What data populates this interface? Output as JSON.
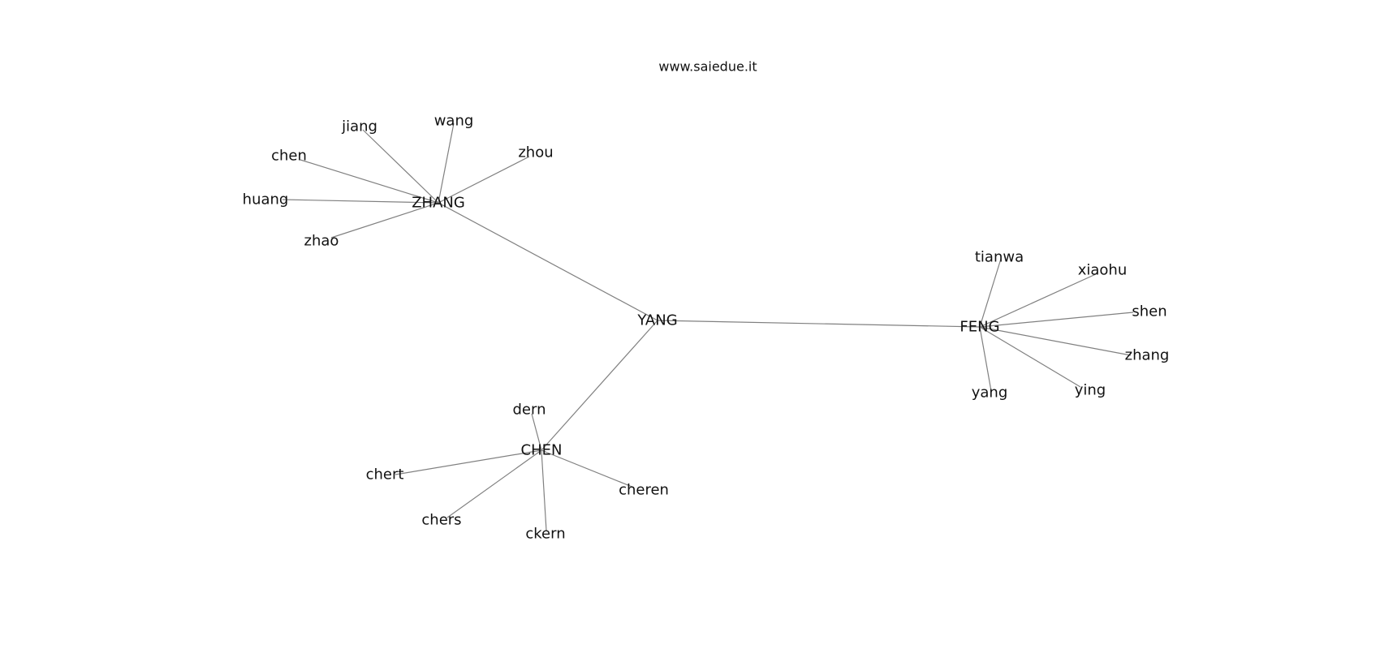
{
  "header": {
    "site": "www.saiedue.it"
  },
  "graph": {
    "nodes": [
      {
        "id": "YANG",
        "label": "YANG"
      },
      {
        "id": "ZHANG",
        "label": "ZHANG"
      },
      {
        "id": "FENG",
        "label": "FENG"
      },
      {
        "id": "CHEN",
        "label": "CHEN"
      },
      {
        "id": "jiang",
        "label": "jiang"
      },
      {
        "id": "wang",
        "label": "wang"
      },
      {
        "id": "zhou",
        "label": "zhou"
      },
      {
        "id": "chen",
        "label": "chen"
      },
      {
        "id": "huang",
        "label": "huang"
      },
      {
        "id": "zhao",
        "label": "zhao"
      },
      {
        "id": "tianwa",
        "label": "tianwa"
      },
      {
        "id": "xiaohu",
        "label": "xiaohu"
      },
      {
        "id": "shen",
        "label": "shen"
      },
      {
        "id": "zhang",
        "label": "zhang"
      },
      {
        "id": "ying",
        "label": "ying"
      },
      {
        "id": "yang",
        "label": "yang"
      },
      {
        "id": "dern",
        "label": "dern"
      },
      {
        "id": "chert",
        "label": "chert"
      },
      {
        "id": "chers",
        "label": "chers"
      },
      {
        "id": "ckern",
        "label": "ckern"
      },
      {
        "id": "cheren",
        "label": "cheren"
      }
    ],
    "edges": [
      [
        "YANG",
        "ZHANG"
      ],
      [
        "YANG",
        "FENG"
      ],
      [
        "YANG",
        "CHEN"
      ],
      [
        "ZHANG",
        "jiang"
      ],
      [
        "ZHANG",
        "wang"
      ],
      [
        "ZHANG",
        "zhou"
      ],
      [
        "ZHANG",
        "chen"
      ],
      [
        "ZHANG",
        "huang"
      ],
      [
        "ZHANG",
        "zhao"
      ],
      [
        "FENG",
        "tianwa"
      ],
      [
        "FENG",
        "xiaohu"
      ],
      [
        "FENG",
        "shen"
      ],
      [
        "FENG",
        "zhang"
      ],
      [
        "FENG",
        "ying"
      ],
      [
        "FENG",
        "yang"
      ],
      [
        "CHEN",
        "dern"
      ],
      [
        "CHEN",
        "chert"
      ],
      [
        "CHEN",
        "chers"
      ],
      [
        "CHEN",
        "ckern"
      ],
      [
        "CHEN",
        "cheren"
      ]
    ]
  }
}
